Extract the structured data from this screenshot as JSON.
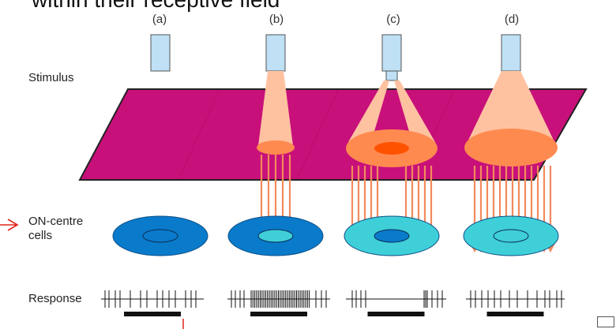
{
  "slide": {
    "title": "within their receptive field"
  },
  "panels": [
    {
      "id": "a",
      "label": "(a)",
      "cx": 0,
      "stimulus": "none",
      "center_fill": "blue",
      "spikes": "baseline"
    },
    {
      "id": "b",
      "label": "(b)",
      "stimulus": "centre",
      "center_fill": "cyan",
      "spikes": "increase"
    },
    {
      "id": "c",
      "label": "(c)",
      "stimulus": "surround",
      "center_fill": "blue",
      "spikes": "suppressed"
    },
    {
      "id": "d",
      "label": "(d)",
      "stimulus": "full",
      "center_fill": "cyan",
      "spikes": "baseline"
    }
  ],
  "row_labels": {
    "stimulus": "Stimulus",
    "on_centre_line1": "ON-centre",
    "on_centre_line2": "cells",
    "response": "Response"
  },
  "colors": {
    "plane": "#c8107a",
    "plane_edge": "#222222",
    "light_box": "#bfe0f5",
    "cone": "#ffc2a1",
    "spot": "#ff8a50",
    "spot_center": "#ff5200",
    "arrow": "#f28a5c",
    "ring_blue": "#0a7acb",
    "ring_cyan": "#3fcfd8",
    "annotation_red": "#e3231b"
  }
}
